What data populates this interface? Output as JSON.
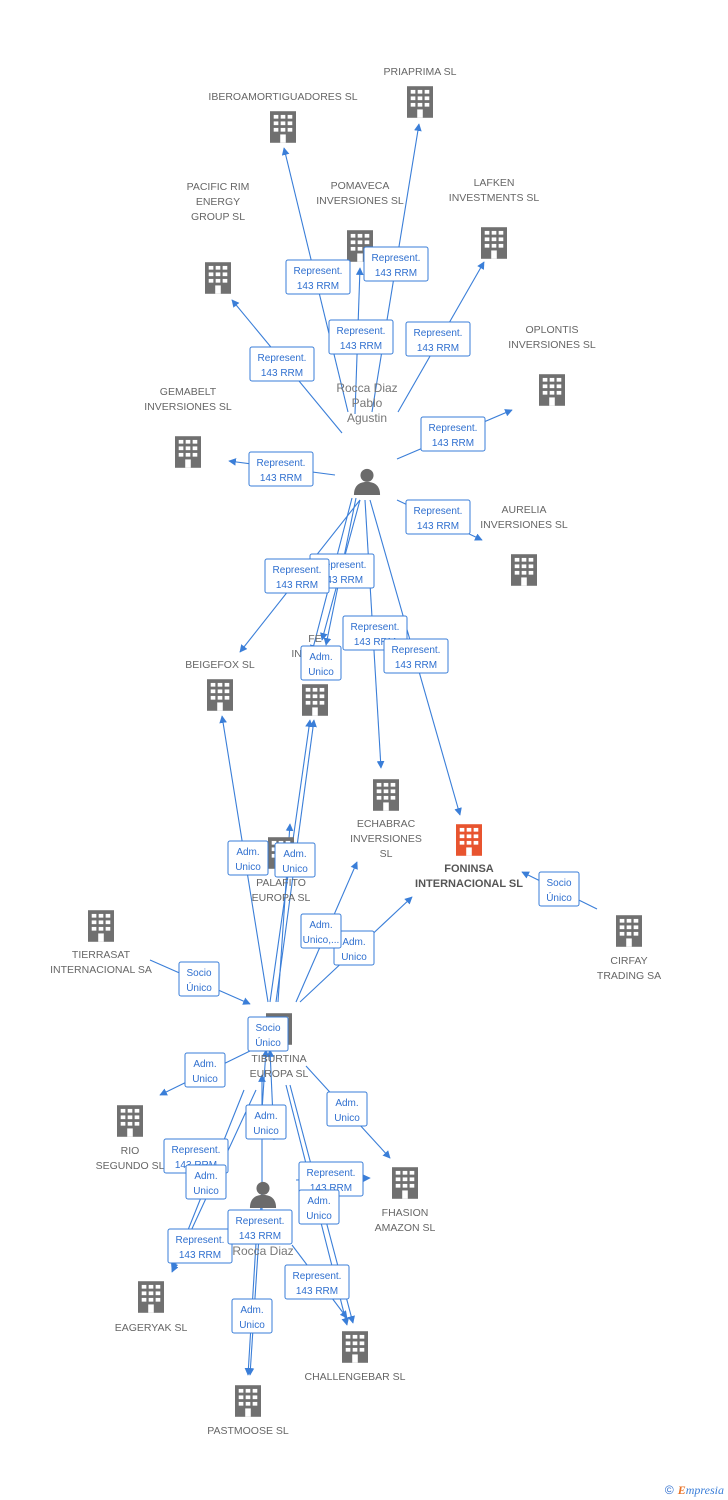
{
  "colors": {
    "edge": "#3a7ed8",
    "building": "#707070",
    "building_focus": "#e8542f",
    "person": "#6b6b6b",
    "label": "#666666",
    "rel_text": "#2f6fcf"
  },
  "companies": [
    {
      "id": "priaprima",
      "lines": [
        "PRIAPRIMA SL"
      ],
      "icon": "building-icon"
    },
    {
      "id": "iberoamortiguadores",
      "lines": [
        "IBEROAMORTIGUADORES SL"
      ],
      "icon": "building-icon"
    },
    {
      "id": "pomaveca",
      "lines": [
        "POMAVECA",
        "INVERSIONES SL"
      ],
      "icon": "building-icon"
    },
    {
      "id": "lafken",
      "lines": [
        "LAFKEN",
        "INVESTMENTS SL"
      ],
      "icon": "building-icon"
    },
    {
      "id": "pacific",
      "lines": [
        "PACIFIC RIM",
        "ENERGY",
        "GROUP  SL"
      ],
      "icon": "building-icon"
    },
    {
      "id": "oplontis",
      "lines": [
        "OPLONTIS",
        "INVERSIONES SL"
      ],
      "icon": "building-icon"
    },
    {
      "id": "gemabelt",
      "lines": [
        "GEMABELT",
        "INVERSIONES SL"
      ],
      "icon": "building-icon"
    },
    {
      "id": "aurelia",
      "lines": [
        "AURELIA",
        "INVERSIONES SL"
      ],
      "icon": "building-icon"
    },
    {
      "id": "beigefox",
      "lines": [
        "BEIGEFOX SL"
      ],
      "icon": "building-icon"
    },
    {
      "id": "fe",
      "lines": [
        "FE",
        "INVES        SL"
      ],
      "icon": "building-icon"
    },
    {
      "id": "echabrac",
      "lines": [
        "ECHABRAC",
        "INVERSIONES",
        "SL"
      ],
      "icon": "building-icon"
    },
    {
      "id": "foninsa",
      "lines": [
        "FONINSA",
        "INTERNACIONAL SL"
      ],
      "icon": "building-icon",
      "focus": true
    },
    {
      "id": "palafito",
      "lines": [
        "PALAFITO",
        "EUROPA  SL"
      ],
      "icon": "building-icon"
    },
    {
      "id": "cirfay",
      "lines": [
        "CIRFAY",
        "TRADING SA"
      ],
      "icon": "building-icon"
    },
    {
      "id": "tierrasat",
      "lines": [
        "TIERRASAT",
        "INTERNACIONAL SA"
      ],
      "icon": "building-icon"
    },
    {
      "id": "tiburtina",
      "lines": [
        "TIBURTINA",
        "EUROPA SL"
      ],
      "icon": "building-icon"
    },
    {
      "id": "rio",
      "lines": [
        "RIO",
        "SEGUNDO  SL"
      ],
      "icon": "building-icon"
    },
    {
      "id": "fhasion",
      "lines": [
        "FHASION",
        "AMAZON  SL"
      ],
      "icon": "building-icon"
    },
    {
      "id": "eageryak",
      "lines": [
        "EAGERYAK SL"
      ],
      "icon": "building-icon"
    },
    {
      "id": "challengebar",
      "lines": [
        "CHALLENGEBAR SL"
      ],
      "icon": "building-icon"
    },
    {
      "id": "pastmoose",
      "lines": [
        "PASTMOOSE SL"
      ],
      "icon": "building-icon"
    }
  ],
  "persons": [
    {
      "id": "rocca1",
      "lines": [
        "Rocca Diaz",
        "Pablo",
        "Agustin"
      ],
      "icon": "person-icon"
    },
    {
      "id": "rocca2",
      "lines": [
        "Rocca Diaz"
      ],
      "icon": "person-icon"
    }
  ],
  "relations": [
    {
      "id": "r1",
      "lines": [
        "Represent.",
        "143 RRM"
      ]
    },
    {
      "id": "r2",
      "lines": [
        "Represent.",
        "143 RRM"
      ]
    },
    {
      "id": "r3",
      "lines": [
        "Represent.",
        "143 RRM"
      ]
    },
    {
      "id": "r4",
      "lines": [
        "Represent.",
        "143 RRM"
      ]
    },
    {
      "id": "r5",
      "lines": [
        "Represent.",
        "143 RRM"
      ]
    },
    {
      "id": "r6",
      "lines": [
        "Represent.",
        "143 RRM"
      ]
    },
    {
      "id": "r7",
      "lines": [
        "Represent.",
        "143 RRM"
      ]
    },
    {
      "id": "r8",
      "lines": [
        "Represent.",
        "143 RRM"
      ]
    },
    {
      "id": "r9",
      "lines": [
        "Represent.",
        "143 RRM"
      ]
    },
    {
      "id": "r10",
      "lines": [
        "Represent.",
        "143 RRM"
      ]
    },
    {
      "id": "r11",
      "lines": [
        "Represent.",
        "143 RRM"
      ]
    },
    {
      "id": "r12",
      "lines": [
        "Adm.",
        "Unico"
      ]
    },
    {
      "id": "r13",
      "lines": [
        "Represent.",
        "143 RRM"
      ]
    },
    {
      "id": "r14",
      "lines": [
        "Represent.",
        "143 RRM"
      ]
    },
    {
      "id": "r15",
      "lines": [
        "Adm.",
        "Unico"
      ]
    },
    {
      "id": "r16",
      "lines": [
        "Adm.",
        "Unico"
      ]
    },
    {
      "id": "r17",
      "lines": [
        "Socio",
        "Único"
      ]
    },
    {
      "id": "r18",
      "lines": [
        "Adm.",
        "Unico"
      ]
    },
    {
      "id": "r19",
      "lines": [
        "Adm.",
        "Unico,..."
      ]
    },
    {
      "id": "r20",
      "lines": [
        "Socio",
        "Único"
      ]
    },
    {
      "id": "r21",
      "lines": [
        "Socio",
        "Único"
      ]
    },
    {
      "id": "r22",
      "lines": [
        "Adm.",
        "Unico"
      ]
    },
    {
      "id": "r23",
      "lines": [
        "Adm.",
        "Unico"
      ]
    },
    {
      "id": "r24",
      "lines": [
        "Adm.",
        "Unico"
      ]
    },
    {
      "id": "r25",
      "lines": [
        "Represent.",
        "143 RRM"
      ]
    },
    {
      "id": "r26",
      "lines": [
        "Adm.",
        "Unico"
      ]
    },
    {
      "id": "r27",
      "lines": [
        "Represent.",
        "143 RRM"
      ]
    },
    {
      "id": "r28",
      "lines": [
        "Adm.",
        "Unico"
      ]
    },
    {
      "id": "r29",
      "lines": [
        "Represent.",
        "143 RRM"
      ]
    },
    {
      "id": "r30",
      "lines": [
        "Represent.",
        "143 RRM"
      ]
    },
    {
      "id": "r31",
      "lines": [
        "Represent.",
        "143 RRM"
      ]
    },
    {
      "id": "r32",
      "lines": [
        "Adm.",
        "Unico"
      ]
    }
  ],
  "footer": {
    "copyright": "©",
    "brand_initial": "E",
    "brand_rest": "mpresia"
  }
}
